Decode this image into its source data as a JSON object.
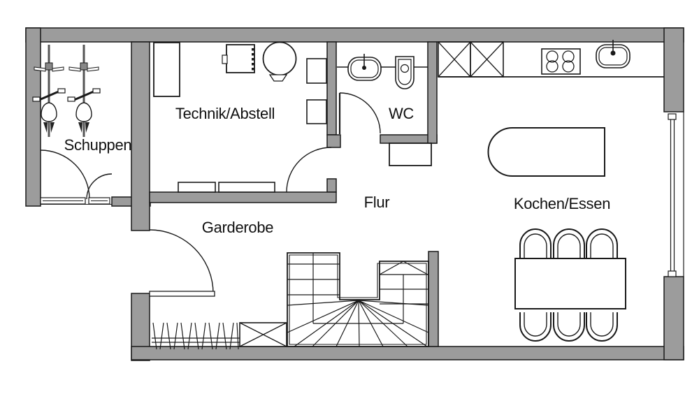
{
  "plan": {
    "rooms": [
      {
        "name": "schuppen",
        "label": "Schuppen"
      },
      {
        "name": "technik",
        "label": "Technik/Abstell"
      },
      {
        "name": "wc",
        "label": "WC"
      },
      {
        "name": "flur",
        "label": "Flur"
      },
      {
        "name": "kochen-essen",
        "label": "Kochen/Essen"
      },
      {
        "name": "garderobe",
        "label": "Garderobe"
      }
    ]
  },
  "colors": {
    "wall_fill": "#9c9c9c",
    "line": "#1a1a1a",
    "background": "#ffffff"
  },
  "icons": {
    "bicycle-icon": "top-view bicycle symbol",
    "double-swing-door-icon": "double entrance door with swing arcs and slide rails",
    "door-swing-icon": "quarter-circle door swing arc",
    "washbasin-icon": "oval basin with tap",
    "toilet-icon": "toilet bowl with flush circle",
    "washing-machine-icon": "square appliance with hinge dots",
    "boiler-icon": "round tank with foot",
    "crossed-cabinet-icon": "rectangle with X diagonals",
    "cooktop-icon": "four burner circles",
    "kitchen-sink-icon": "oval sink with tap",
    "kitchen-island-icon": "rounded-end counter",
    "dining-table-icon": "rectangular table",
    "dining-chair-icon": "horseshoe chair symbol",
    "stairs-icon": "U-shaped winder staircase with fan treads",
    "coat-rack-icon": "hatched coat rack strip",
    "window-icon": "double-line glazing in wall opening"
  }
}
